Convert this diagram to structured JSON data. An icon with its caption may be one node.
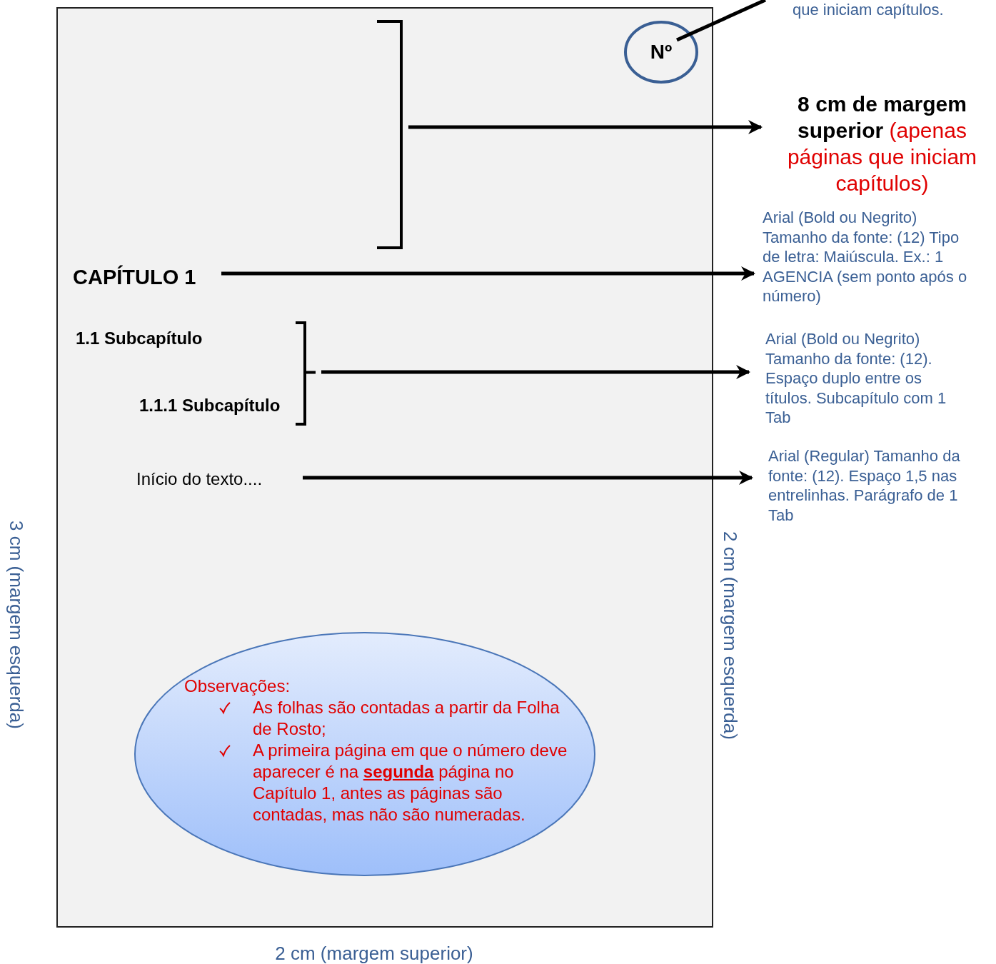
{
  "diagram": {
    "nodes": [
      {
        "text": [],
        "shape": "box"
      },
      {
        "text": [
          "Nº"
        ],
        "in": 0
      },
      {
        "text": [
          "que iniciam capítulos."
        ]
      },
      {
        "text": [],
        "shape": "bracket",
        "in": 0
      },
      {
        "text": [
          "**8 cm de margem superior** (apenas páginas que iniciam capítulos)"
        ]
      },
      {
        "text": [
          "CAPÍTULO 1"
        ],
        "in": 0
      },
      {
        "text": [
          "Arial (Bold ou Negrito) Tamanho da fonte: (12) Tipo de letra: Maiúscula. Ex.: 1 AGENCIA (sem ponto após o número)"
        ]
      },
      {
        "text": [
          "1.1 Subcapítulo"
        ],
        "in": 0
      },
      {
        "text": [
          "1.1.1 Subcapítulo"
        ],
        "in": 0
      },
      {
        "text": [],
        "shape": "bracket",
        "in": 0
      },
      {
        "text": [
          "Arial (Bold ou Negrito) Tamanho da fonte: (12). Espaço duplo entre os títulos. Subcapítulo com 1 Tab"
        ]
      },
      {
        "text": [
          "Início do texto...."
        ],
        "in": 0
      },
      {
        "text": [
          "Arial (Regular) Tamanho da fonte: (12). Espaço 1,5 nas entrelinhas. Parágrafo de 1 Tab"
        ]
      },
      {
        "text": [
          "Observações:",
          "As folhas são contadas a partir da Folha de Rosto;",
          "A primeira página em que o número deve aparecer é na **segunda** página no Capítulo 1, antes as páginas são contadas, mas não são numeradas."
        ],
        "in": 0
      }
    ],
    "edges": [
      {
        "from": 1,
        "to": 2,
        "arrow": "none"
      },
      {
        "from": 3,
        "to": 4,
        "arrow": "to"
      },
      {
        "from": 5,
        "to": 6,
        "arrow": "to"
      },
      {
        "from": 9,
        "to": 10,
        "arrow": "to"
      },
      {
        "from": 11,
        "to": 12,
        "arrow": "to"
      }
    ],
    "labels": [
      "3 cm (margem esquerda)",
      "2 cm (margem esquerda)",
      "2 cm (margem superior)"
    ]
  }
}
